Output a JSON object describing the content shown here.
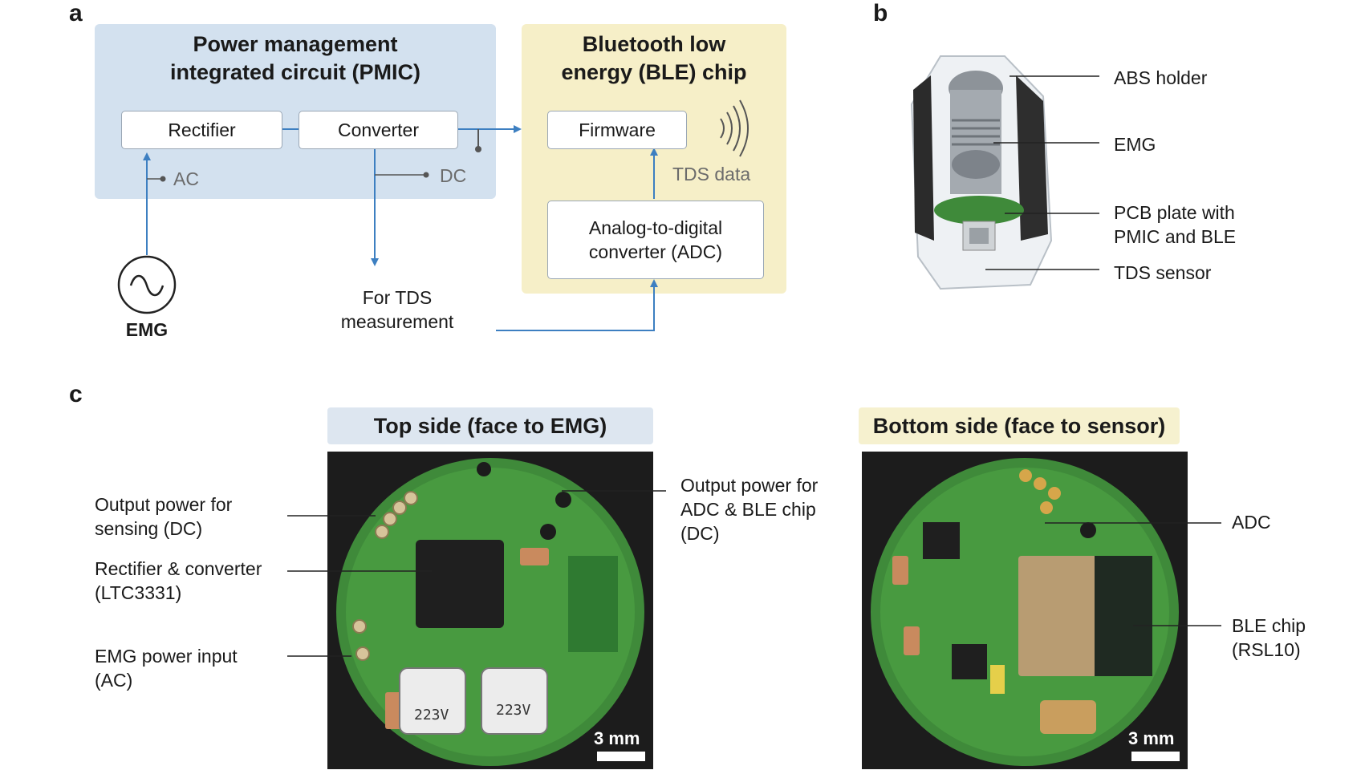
{
  "panel_a": {
    "letter": "a",
    "pmic_title_line1": "Power management",
    "pmic_title_line2": "integrated circuit (PMIC)",
    "ble_title_line1": "Bluetooth low",
    "ble_title_line2": "energy (BLE) chip",
    "rectifier": "Rectifier",
    "converter": "Converter",
    "firmware": "Firmware",
    "adc_line1": "Analog-to-digital",
    "adc_line2": "converter (ADC)",
    "ac_label": "AC",
    "dc_label": "DC",
    "tds_data": "TDS data",
    "emg": "EMG",
    "tds_measure_line1": "For TDS",
    "tds_measure_line2": "measurement",
    "colors": {
      "pmic_bg": "#d3e1ef",
      "ble_bg": "#f6efc8",
      "arrow": "#3d7fc1"
    }
  },
  "panel_b": {
    "letter": "b",
    "labels": [
      "ABS holder",
      "EMG",
      "PCB plate with",
      "PMIC and BLE",
      "TDS sensor"
    ]
  },
  "panel_c": {
    "letter": "c",
    "top_header": "Top side (face to EMG)",
    "bottom_header": "Bottom side (face to sensor)",
    "left_labels": {
      "out_sensing_1": "Output power for",
      "out_sensing_2": "sensing (DC)",
      "rect_conv_1": "Rectifier & converter",
      "rect_conv_2": "(LTC3331)",
      "emg_input_1": "EMG power input",
      "emg_input_2": "(AC)"
    },
    "mid_labels": {
      "out_adc_1": "Output power for",
      "out_adc_2": "ADC & BLE chip",
      "out_adc_3": "(DC)"
    },
    "right_labels": {
      "adc": "ADC",
      "ble_1": "BLE chip",
      "ble_2": "(RSL10)"
    },
    "scale": "3 mm",
    "inductor_marking": "223V",
    "colors": {
      "top_header_bg": "#dde6f0",
      "bottom_header_bg": "#f6f1cf",
      "pcb": "#3f8a3a"
    }
  }
}
